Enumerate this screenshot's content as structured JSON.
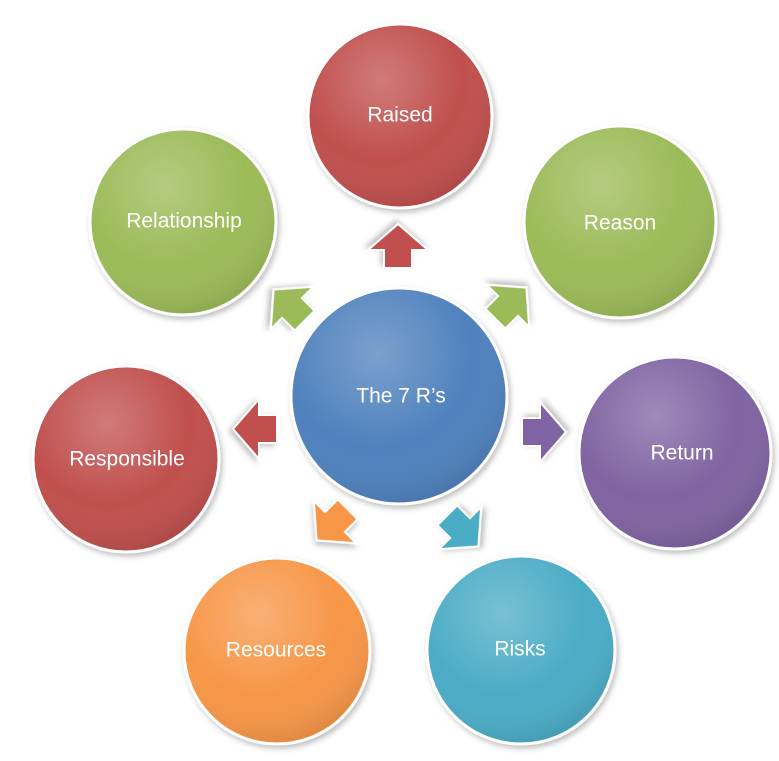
{
  "colors": {
    "red": "#c0504d",
    "green": "#9bbb59",
    "purple": "#8064a2",
    "teal": "#4bacc6",
    "orange": "#f79646",
    "blue": "#4f81bd"
  },
  "center": {
    "label": "The 7 R’s",
    "color": "blue"
  },
  "nodes": [
    {
      "label": "Raised",
      "color": "red"
    },
    {
      "label": "Reason",
      "color": "green"
    },
    {
      "label": "Return",
      "color": "purple"
    },
    {
      "label": "Risks",
      "color": "teal"
    },
    {
      "label": "Resources",
      "color": "orange"
    },
    {
      "label": "Responsible",
      "color": "red"
    },
    {
      "label": "Relationship",
      "color": "green"
    }
  ]
}
